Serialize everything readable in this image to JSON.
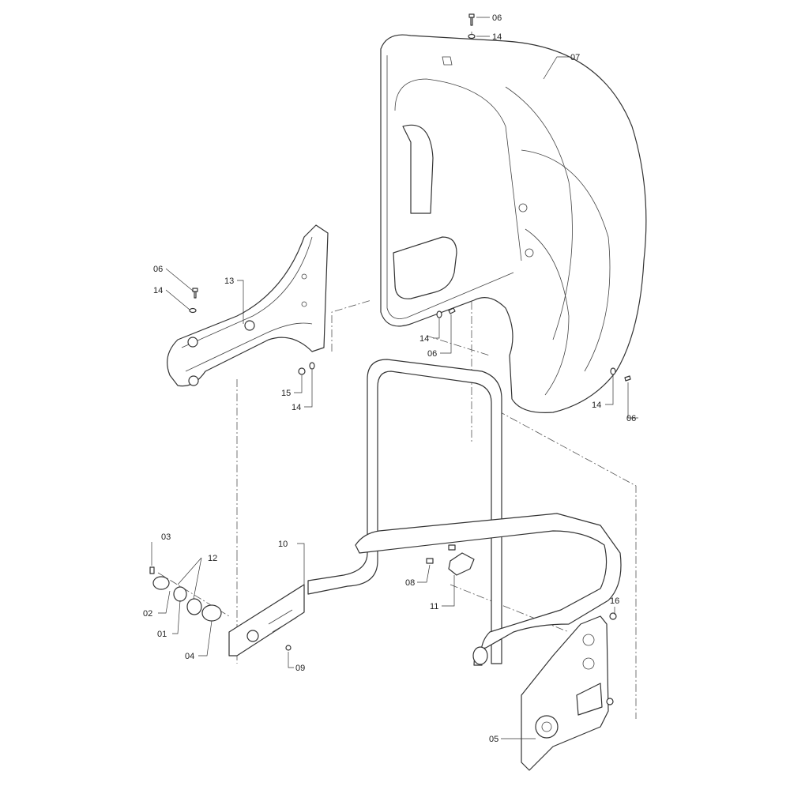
{
  "diagram": {
    "type": "exploded-parts-diagram",
    "callouts": [
      {
        "id": "c06a",
        "label": "06"
      },
      {
        "id": "c14a",
        "label": "14"
      },
      {
        "id": "c07",
        "label": "07"
      },
      {
        "id": "c06b",
        "label": "06"
      },
      {
        "id": "c14b",
        "label": "14"
      },
      {
        "id": "c13",
        "label": "13"
      },
      {
        "id": "c15",
        "label": "15"
      },
      {
        "id": "c14c",
        "label": "14"
      },
      {
        "id": "c14d",
        "label": "14"
      },
      {
        "id": "c06c",
        "label": "06"
      },
      {
        "id": "c14e",
        "label": "14"
      },
      {
        "id": "c06d",
        "label": "06"
      },
      {
        "id": "c03",
        "label": "03"
      },
      {
        "id": "c12",
        "label": "12"
      },
      {
        "id": "c10",
        "label": "10"
      },
      {
        "id": "c02",
        "label": "02"
      },
      {
        "id": "c01",
        "label": "01"
      },
      {
        "id": "c04",
        "label": "04"
      },
      {
        "id": "c09",
        "label": "09"
      },
      {
        "id": "c08",
        "label": "08"
      },
      {
        "id": "c11",
        "label": "11"
      },
      {
        "id": "c16",
        "label": "16"
      },
      {
        "id": "c05",
        "label": "05"
      }
    ]
  }
}
